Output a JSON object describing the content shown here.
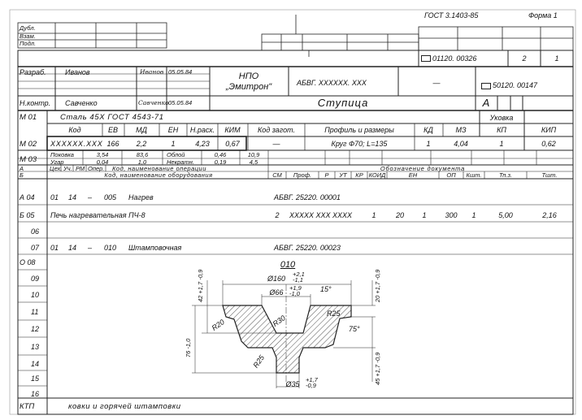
{
  "header": {
    "standard": "ГОСТ 3.1403-85",
    "form": "Форма 1"
  },
  "left_stub": [
    "Дубл.",
    "Взам.",
    "Подл."
  ],
  "doc_code": "01120. 00326",
  "sheets": {
    "total": "2",
    "sheet": "1"
  },
  "signatures": {
    "developer_role": "Разраб.",
    "developer_name": "Иванов",
    "developer_sign": "Иванов",
    "developer_date": "05.05.84",
    "control_role": "Н.контр.",
    "control_name": "Савченко",
    "control_sign": "Савченко",
    "control_date": "05.05.84"
  },
  "organization": {
    "line1": "НПО",
    "line2": "„Эмитрон\""
  },
  "part_code": "АБВГ. XXXXXX. XXX",
  "dash": "—",
  "doc_code2": "50120. 00147",
  "part_name": "Ступица",
  "letter": "А",
  "material": {
    "row": "М 01",
    "name": "Сталь 45Х  ГОСТ 4543-71",
    "ukovka": "Уковка",
    "headers": [
      "Код",
      "ЕВ",
      "МД",
      "ЕН",
      "Н.расх.",
      "КИМ",
      "Код загот.",
      "Профиль и размеры",
      "КД",
      "МЗ",
      "КП",
      "КИП"
    ],
    "row2": "М 02",
    "values": [
      "XXXXXX.XXX",
      "166",
      "2,2",
      "1",
      "4,23",
      "0,67",
      "—",
      "Круг Ф70; L=135",
      "1",
      "4,04",
      "1",
      "0,62"
    ],
    "row3": "М 03",
    "pokovka": [
      "Поковка",
      "3,54",
      "83,6",
      "Облой",
      "0,46",
      "10,9"
    ],
    "ugar": [
      "Угар",
      "0,04",
      "1,0",
      "Некратн.",
      "0,19",
      "4,5"
    ]
  },
  "op_headers": {
    "a_label": "А",
    "b_label": "Б",
    "a": [
      "Цех.",
      "Уч.",
      "РМ",
      "Опер.",
      "Код, наименование операции",
      "Обозначение  документа"
    ],
    "b": [
      "Код, наименование оборудования",
      "СМ",
      "Проф.",
      "Р",
      "УТ",
      "КР",
      "КОИД",
      "ЕН",
      "ОП",
      "Кшт.",
      "Тп.з.",
      "Тшт."
    ]
  },
  "rows": [
    {
      "label": "А 04",
      "cells": [
        "01",
        "14",
        "–",
        "005",
        "Нагрев"
      ],
      "doc": "АБВГ. 25220. 00001"
    },
    {
      "label": "Б 05",
      "equipment": "Печь нагревательная ПЧ-8",
      "values": [
        "2",
        "XXXXX XXX XXXX",
        "1",
        "20",
        "1",
        "300",
        "1",
        "5,00",
        "2,16"
      ]
    },
    {
      "label": "06"
    },
    {
      "label": "07",
      "cells": [
        "01",
        "14",
        "–",
        "010",
        "Штамповочная"
      ],
      "doc": "АБВГ. 25220. 00023"
    },
    {
      "label": "О 08"
    },
    {
      "label": "09"
    },
    {
      "label": "10"
    },
    {
      "label": "11"
    },
    {
      "label": "12"
    },
    {
      "label": "13"
    },
    {
      "label": "14"
    },
    {
      "label": "15"
    },
    {
      "label": "16"
    }
  ],
  "drawing": {
    "op_number": "010",
    "dims": {
      "d160": "Ø160",
      "d160_tol": [
        "+2,1",
        "-1,1"
      ],
      "d66": "Ø66",
      "d66_tol": [
        "+1,9",
        "-1,0"
      ],
      "d35": "Ø35",
      "d35_tol": [
        "+1,7",
        "-0,9"
      ],
      "angle15": "15°",
      "angle75": "75°",
      "r20": "R20",
      "r30": "R30",
      "r25a": "R25",
      "r25b": "R25",
      "h42": "42 +1,7 -0,9",
      "h76": "76 -1,0",
      "h20": "20 +1,7 -0,9",
      "h45": "45 +1,7 -0,9"
    }
  },
  "footer": {
    "label": "КТП",
    "text": "ковки и горячей штамповки"
  }
}
